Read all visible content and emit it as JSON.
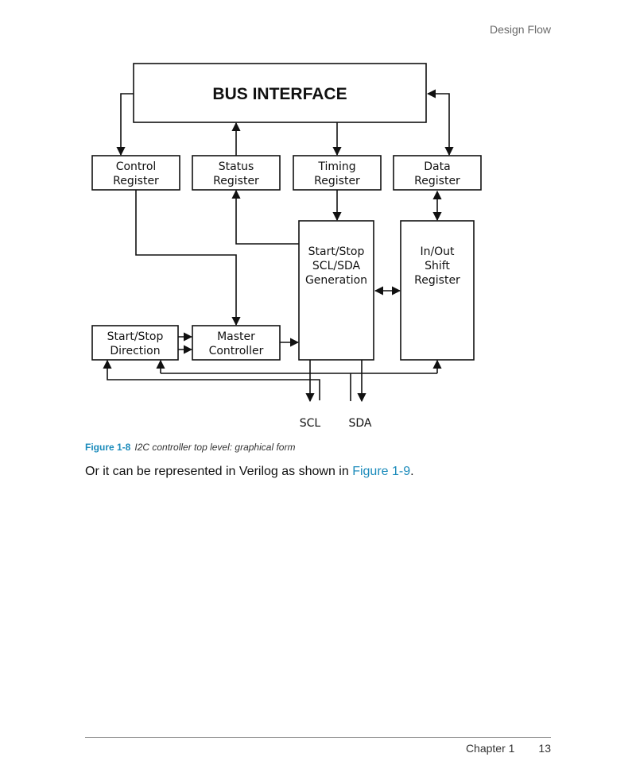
{
  "header": {
    "running_head": "Design Flow"
  },
  "diagram": {
    "bus_interface": "BUS INTERFACE",
    "blocks": {
      "control_register": [
        "Control",
        "Register"
      ],
      "status_register": [
        "Status",
        "Register"
      ],
      "timing_register": [
        "Timing",
        "Register"
      ],
      "data_register": [
        "Data",
        "Register"
      ],
      "start_stop_generation": [
        "Start/Stop",
        "SCL/SDA",
        "Generation"
      ],
      "shift_register": [
        "In/Out",
        "Shift",
        "Register"
      ],
      "start_stop_direction": [
        "Start/Stop",
        "Direction"
      ],
      "master_controller": [
        "Master",
        "Controller"
      ]
    },
    "pins": {
      "scl": "SCL",
      "sda": "SDA"
    }
  },
  "caption": {
    "figure_number": "Figure 1-8",
    "figure_title": "I2C controller top level: graphical form"
  },
  "body": {
    "text_before": "Or it can be represented in Verilog as shown in ",
    "link_text": "Figure 1-9",
    "text_after": "."
  },
  "footer": {
    "chapter": "Chapter 1",
    "page_number": "13"
  }
}
